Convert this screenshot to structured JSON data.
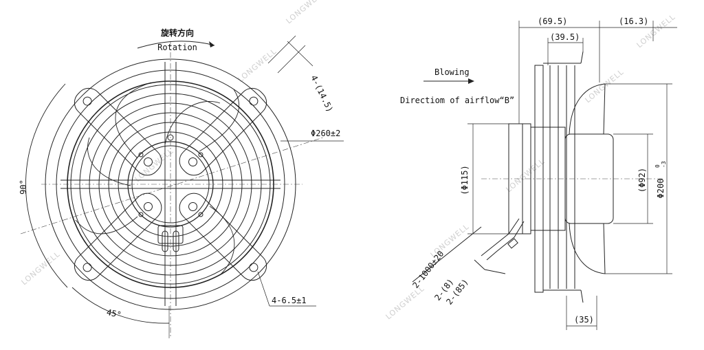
{
  "front_view": {
    "rotation_cn": "旋转方向",
    "rotation_en": "Rotation",
    "dim_diameter": "Φ260±2",
    "dim_slot": "4-(14.5)",
    "dim_holes": "4-6.5±1",
    "angle_90": "90°",
    "angle_45": "45°"
  },
  "side_view": {
    "blowing": "Blowing",
    "airflow": "Directiom of airflow“B”",
    "dim_top_total": "(69.5)",
    "dim_top_right": "(16.3)",
    "dim_top_inner": "(39.5)",
    "dim_bottom": "(35)",
    "dim_left_dia": "(Φ115)",
    "dim_hub_dia": "(Φ92)",
    "dim_blade_dia": "Φ200",
    "dim_blade_tol_upper": "0",
    "dim_blade_tol_lower": "-3",
    "cable_1": "2-1000±20",
    "cable_2": "2-(8)",
    "cable_3": "2-(85)"
  },
  "watermark": "LONGWELL"
}
